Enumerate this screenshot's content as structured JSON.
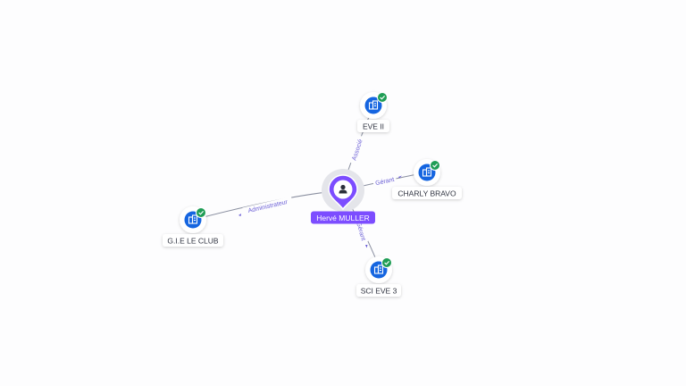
{
  "person": {
    "name": "Hervé MULLER",
    "icon": "user-icon",
    "color": "#7c4dff"
  },
  "companies": [
    {
      "name": "EVE II",
      "icon": "building-icon",
      "status": "verified"
    },
    {
      "name": "CHARLY BRAVO",
      "icon": "building-icon",
      "status": "verified"
    },
    {
      "name": "SCI EVE 3",
      "icon": "building-icon",
      "status": "verified"
    },
    {
      "name": "G.I.E LE CLUB",
      "icon": "building-icon",
      "status": "verified"
    }
  ],
  "relations": [
    {
      "to": "EVE II",
      "label": "Associé"
    },
    {
      "to": "CHARLY BRAVO",
      "label": "Gérant"
    },
    {
      "to": "SCI EVE 3",
      "label": "Gérant"
    },
    {
      "to": "G.I.E LE CLUB",
      "label": "Administrateur"
    }
  ],
  "colors": {
    "company_icon": "#1565e0",
    "check_badge": "#1f9d55",
    "edge": "#8a8fa0",
    "edge_label": "#6b5fd6"
  }
}
